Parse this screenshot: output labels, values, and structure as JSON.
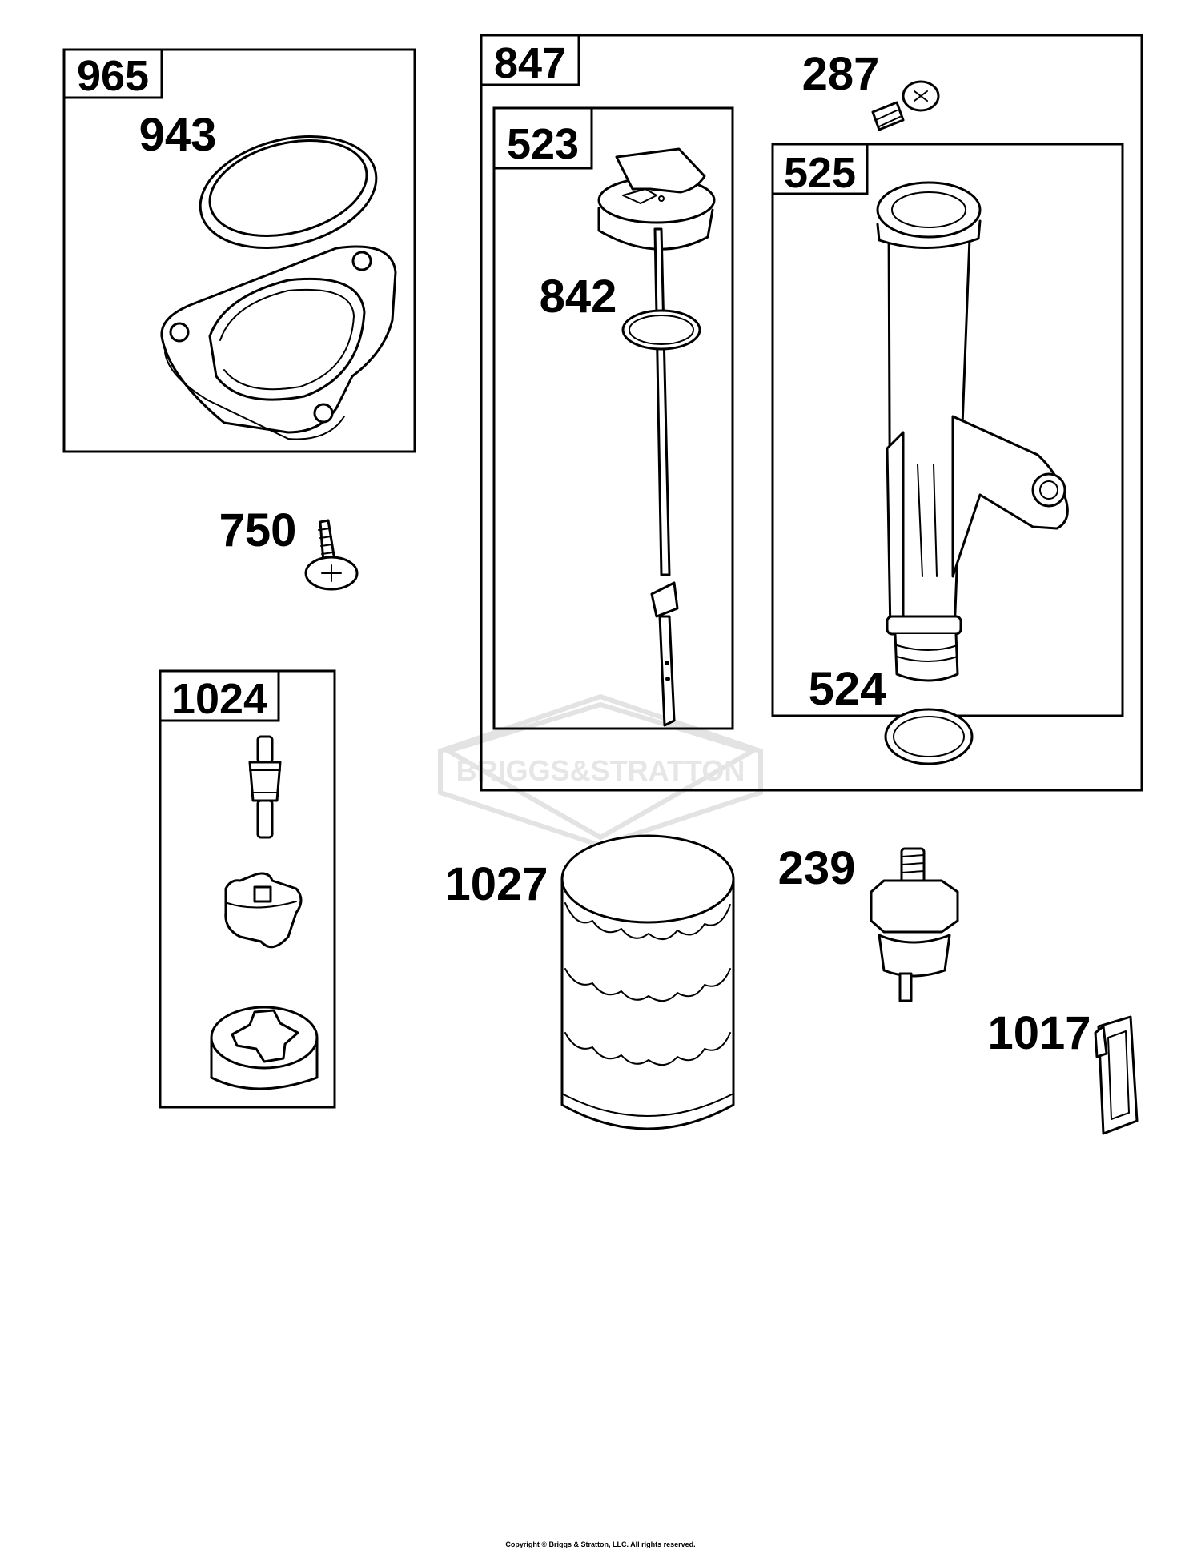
{
  "watermark": {
    "text": "BRIGGS&STRATTON"
  },
  "groups": {
    "g965": {
      "label": "965"
    },
    "g847": {
      "label": "847"
    },
    "g523": {
      "label": "523"
    },
    "g525": {
      "label": "525"
    },
    "g1024": {
      "label": "1024"
    }
  },
  "parts": {
    "p943": {
      "label": "943",
      "name": "seal-ring"
    },
    "p287": {
      "label": "287",
      "name": "screw"
    },
    "p842": {
      "label": "842",
      "name": "o-ring"
    },
    "p750": {
      "label": "750",
      "name": "screw"
    },
    "p524": {
      "label": "524",
      "name": "o-ring"
    },
    "p1027": {
      "label": "1027",
      "name": "oil-filter"
    },
    "p239": {
      "label": "239",
      "name": "oil-pressure-switch"
    },
    "p1017": {
      "label": "1017",
      "name": "clip"
    }
  },
  "footer": {
    "copyright": "Copyright © Briggs & Stratton, LLC. All rights reserved."
  }
}
